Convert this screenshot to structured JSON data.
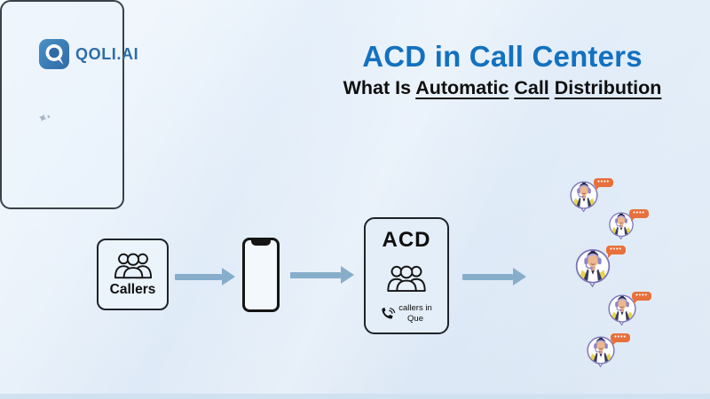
{
  "logo": {
    "text": "QOLI.AI",
    "brand_color": "#2e6da8"
  },
  "header": {
    "title": "ACD in Call Centers",
    "title_color": "#1371bf",
    "subtitle_prefix": "What Is",
    "subtitle_underlined_words": [
      "Automatic",
      "Call",
      "Distribution"
    ]
  },
  "flow": {
    "callers_box": {
      "label": "Callers",
      "icon": "group-icon"
    },
    "phone": {
      "icon": "smartphone-icon"
    },
    "acd_box": {
      "title": "ACD",
      "icon": "group-icon",
      "queue_icon": "phone-waves-icon",
      "queue_line1": "callers in",
      "queue_line2": "Que"
    },
    "agents_box": {
      "agents": [
        {
          "bubble": "••••"
        },
        {
          "bubble": "••••"
        },
        {
          "bubble": "••••"
        },
        {
          "bubble": "••••"
        },
        {
          "bubble": "••••"
        }
      ]
    },
    "arrow_color": "#86aecb",
    "bubble_color": "#e8703c"
  },
  "decor": {
    "sparkle": "✦",
    "sparkle_small": "✦"
  }
}
